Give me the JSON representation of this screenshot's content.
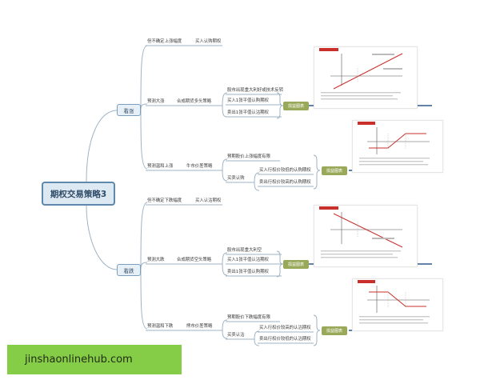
{
  "root": {
    "label": "期权交易策略3"
  },
  "bullish": {
    "label": "看涨",
    "uncertain": {
      "condition": "但不确定上涨幅度",
      "action": "买入认购期权"
    },
    "big_rise": {
      "condition": "预测大涨",
      "strategy": "合成期货多头策略",
      "legs": [
        "股市出现重大利好或技术反转",
        "买入1张平值认购期权",
        "卖出1张平值认沽期权"
      ],
      "bubble": "损益图表"
    },
    "mild_rise": {
      "condition": "预测温和上涨",
      "strategy": "牛市价差策略",
      "expect": "预期股价上涨幅度有限",
      "spread_label": "买卖认购",
      "legs": [
        "买入行权价较低的认购期权",
        "卖出行权价较高的认购期权"
      ],
      "bubble": "损益图表"
    }
  },
  "bearish": {
    "label": "看跌",
    "uncertain": {
      "condition": "但不确定下跌幅度",
      "action": "买入认沽期权"
    },
    "big_fall": {
      "condition": "预测大跌",
      "strategy": "合成期货空头策略",
      "legs": [
        "股市出现重大利空",
        "买入1张平值认沽期权",
        "卖出1张平值认购期权"
      ],
      "bubble": "损益图表"
    },
    "mild_fall": {
      "condition": "预测温和下跌",
      "strategy": "熊市价差策略",
      "expect": "预期股价下跌幅度有限",
      "spread_label": "买卖认沽",
      "legs": [
        "买入行权价较高的认沽期权",
        "卖出行权价较低的认沽期权"
      ],
      "bubble": "损益图表"
    }
  },
  "watermark": {
    "text": "jinshaonlinehub.com",
    "color": "#86cd47"
  },
  "colors": {
    "line": "#9fb3c6",
    "accent": "#98a95a",
    "root_border": "#5f88ad",
    "chart_red": "#c9302c",
    "chart_blue": "#2e5c8a"
  }
}
